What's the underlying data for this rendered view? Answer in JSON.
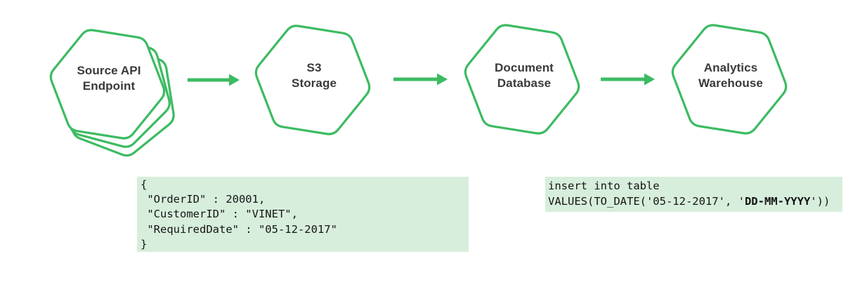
{
  "colors": {
    "accent": "#3cbb62",
    "code_bg": "#d7eedc",
    "label_text": "#3a3a3a",
    "code_text": "#151515"
  },
  "diagram": {
    "nodes": [
      {
        "id": "source-api",
        "label": "Source API\nEndpoint"
      },
      {
        "id": "s3-storage",
        "label": "S3\nStorage"
      },
      {
        "id": "document-database",
        "label": "Document\nDatabase"
      },
      {
        "id": "analytics-warehouse",
        "label": "Analytics\nWarehouse"
      }
    ]
  },
  "json_snippet": {
    "text": "{\n \"OrderID\" : 20001,\n \"CustomerID\" : \"VINET\",\n \"RequiredDate\" : \"05-12-2017\"\n}"
  },
  "sql_snippet": {
    "line1": "insert into table",
    "line2_pre": "VALUES(TO_DATE('05-12-2017', '",
    "line2_bold": "DD-MM-YYYY",
    "line2_post": "'))"
  }
}
